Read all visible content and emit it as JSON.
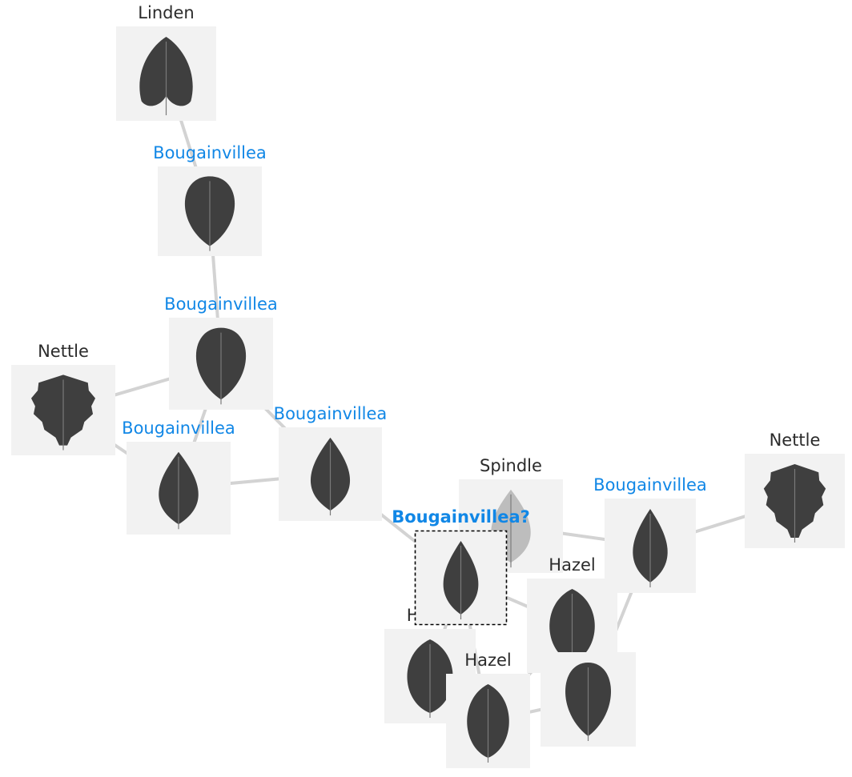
{
  "nodes": [
    {
      "id": "n1",
      "label": "Linden",
      "kind": "known",
      "leaf": "linden"
    },
    {
      "id": "n2",
      "label": "Bougainvillea",
      "kind": "pred",
      "leaf": "round"
    },
    {
      "id": "n3",
      "label": "Bougainvillea",
      "kind": "pred",
      "leaf": "round"
    },
    {
      "id": "n4",
      "label": "Nettle",
      "kind": "known",
      "leaf": "nettle"
    },
    {
      "id": "n5",
      "label": "Bougainvillea",
      "kind": "pred",
      "leaf": "ovate"
    },
    {
      "id": "n6",
      "label": "Bougainvillea",
      "kind": "pred",
      "leaf": "ovate"
    },
    {
      "id": "n7",
      "label": "Spindle",
      "kind": "known",
      "leaf": "light"
    },
    {
      "id": "n8",
      "label": "Bougainvillea",
      "kind": "pred",
      "leaf": "ovate"
    },
    {
      "id": "n9",
      "label": "Nettle",
      "kind": "known",
      "leaf": "nettle"
    },
    {
      "id": "n10",
      "label": "Hazel",
      "kind": "known",
      "leaf": "oval"
    },
    {
      "id": "n11",
      "label": "Hazel",
      "kind": "known",
      "leaf": "oval"
    },
    {
      "id": "n12",
      "label": "Hazel",
      "kind": "known",
      "leaf": "oval"
    },
    {
      "id": "n13",
      "label": "",
      "kind": "known",
      "leaf": "round"
    },
    {
      "id": "n14",
      "label": "Bougainvillea?",
      "kind": "query",
      "leaf": "ovate"
    }
  ],
  "edges": [
    [
      "n1",
      "n2"
    ],
    [
      "n2",
      "n3"
    ],
    [
      "n3",
      "n4"
    ],
    [
      "n3",
      "n5"
    ],
    [
      "n4",
      "n5"
    ],
    [
      "n5",
      "n6"
    ],
    [
      "n3",
      "n6"
    ],
    [
      "n6",
      "n14"
    ],
    [
      "n14",
      "n7"
    ],
    [
      "n14",
      "n10"
    ],
    [
      "n14",
      "n11"
    ],
    [
      "n14",
      "n12"
    ],
    [
      "n7",
      "n8"
    ],
    [
      "n8",
      "n10"
    ],
    [
      "n8",
      "n13"
    ],
    [
      "n8",
      "n9"
    ],
    [
      "n10",
      "n12"
    ],
    [
      "n10",
      "n13"
    ],
    [
      "n11",
      "n12"
    ],
    [
      "n12",
      "n13"
    ]
  ],
  "colors": {
    "known_label": "#2b2b2b",
    "predicted_label": "#1187e6",
    "edge": "#d3d3d3",
    "tile": "#f2f2f2"
  }
}
